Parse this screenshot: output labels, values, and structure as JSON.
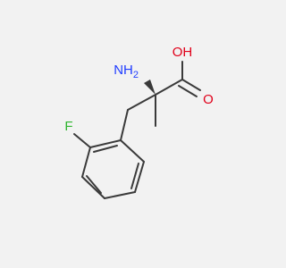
{
  "molecule": {
    "atoms": {
      "hydroxyl_o": {
        "label": "OH",
        "color": "#e0001a"
      },
      "carbonyl_o": {
        "label": "O",
        "color": "#e0001a"
      },
      "amino_n": {
        "label": "NH",
        "subscript": "2",
        "color": "#1f3cff"
      },
      "fluorine": {
        "label": "F",
        "color": "#2fb52f"
      }
    },
    "bond_color": "#3a3a3a",
    "background": "#f2f2f2"
  }
}
